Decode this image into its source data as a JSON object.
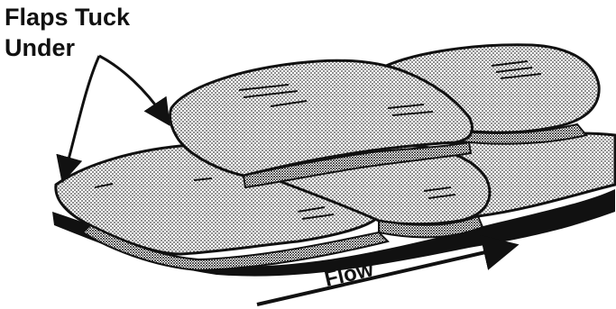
{
  "annotation": {
    "line1": "Flaps Tuck",
    "line2": "Under"
  },
  "flow_label": "Flow",
  "colors": {
    "ink": "#111111",
    "stipple": "#6b6b6b",
    "paper": "#ffffff"
  }
}
